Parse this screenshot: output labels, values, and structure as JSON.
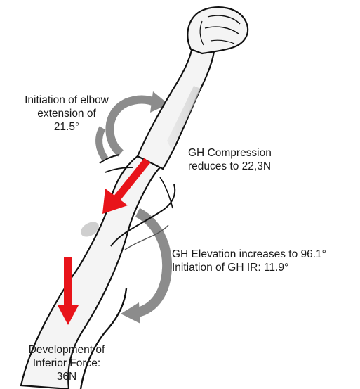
{
  "labels": {
    "elbow_extension": "Initiation of elbow\nextension of\n21.5°",
    "gh_compression": "GH Compression\nreduces to 22,3N",
    "gh_elevation": "GH Elevation increases to 96.1°\nInitiation of GH IR: 11.9°",
    "inferior_force": "Development of\nInferior Force:\n36N"
  },
  "colors": {
    "force_arrow": "#e8141a",
    "rotation_arrow": "#8c8c8c",
    "outline": "#111111",
    "skin_shade": "#dcdcdc"
  },
  "icons": {
    "arm": "arm-illustration",
    "elbow_rotation": "curved-rotation-arrow",
    "shoulder_rotation": "curved-rotation-arrow",
    "compression": "red-force-arrow",
    "inferior": "red-force-arrow"
  }
}
